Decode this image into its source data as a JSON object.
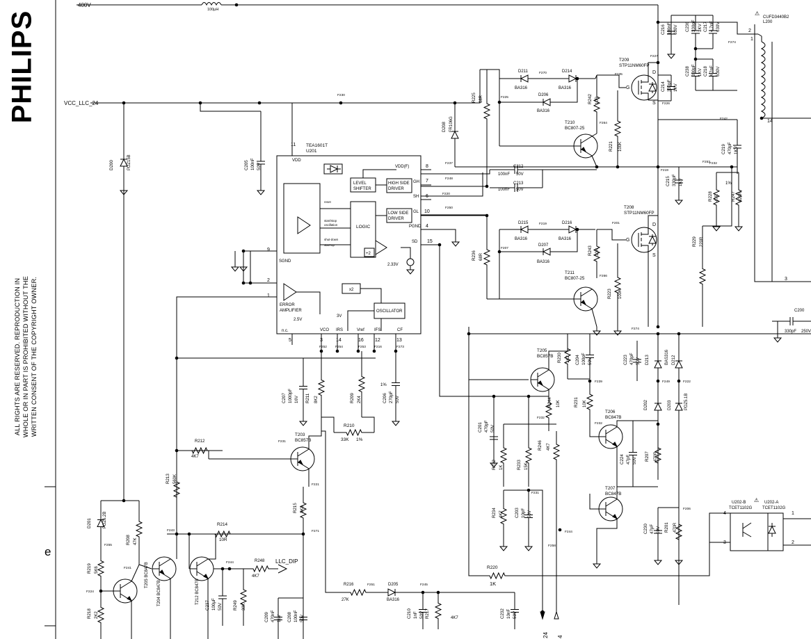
{
  "brand": {
    "name": "PHILIPS"
  },
  "copyright": {
    "lines": [
      "ALL RIGHTS ARE RESERVED. REPRODUCTION IN",
      "WHOLE OR IN PART IS PROHIBITED WITHOUT THE",
      "WRITTEN CONSENT OF THE COPYRIGHT OWNER."
    ]
  },
  "margin_letter": "e",
  "nets": {
    "v400": "400V",
    "vcc": "VCC_LLC_24",
    "llc_dip": "LLC_DIP"
  },
  "ic": {
    "type": "TEA1601T",
    "ref": "U201",
    "blocks": {
      "level_shifter": [
        "LEVEL",
        "SHIFTER"
      ],
      "high_side": [
        "HIGH SIDE",
        "DRIVER"
      ],
      "low_side": [
        "LOW SIDE",
        "DRIVER"
      ],
      "logic": "LOGIC",
      "oscillator": "OSCILLATOR",
      "x2": "x2",
      "error_amp": [
        "ERROR",
        "AMPLIFIER"
      ],
      "plus2": "+2",
      "v233": "2.33V",
      "v25": "2.5V",
      "v3": "3V"
    },
    "pins": {
      "vdd": "VDD",
      "vddf": "VDD(F)",
      "gh": "GH",
      "sh": "SH",
      "gl": "GL",
      "pgnd": "PGND",
      "sd": "SD",
      "sgnd": "SGND",
      "nc": "n.c.",
      "vco": "VCO",
      "irs": "IRS",
      "vref": "Vref",
      "ifs": "IFS",
      "cf": "CF"
    },
    "pin_numbers": [
      "11",
      "8",
      "7",
      "6",
      "10",
      "4",
      "15",
      "9",
      "2",
      "1",
      "5",
      "3",
      "14",
      "16",
      "12",
      "13"
    ],
    "internal": [
      "reset",
      "start/stop",
      "oscillation",
      "shut-down",
      "start-up"
    ]
  },
  "transistors": {
    "t209": {
      "ref": "T209",
      "part": "STP11NM60FP"
    },
    "t208": {
      "ref": "T208",
      "part": "STP11NM60FP"
    },
    "t210": {
      "ref": "T210",
      "part": "BC807-25"
    },
    "t211": {
      "ref": "T211",
      "part": "BC807-25"
    },
    "t205": {
      "ref": "T205",
      "part": "BC857B"
    },
    "t206": {
      "ref": "T206",
      "part": "BC847B"
    },
    "t207": {
      "ref": "T207",
      "part": "BC847B"
    },
    "t203": {
      "ref": "T203",
      "part": "BC857B"
    },
    "t204": {
      "ref": "T204",
      "part": "BC847B",
      "label": "T204 BC847B"
    },
    "t205b": {
      "label": "T205 BC847B"
    },
    "t212": {
      "label": "T212 BC847B"
    },
    "pins": [
      "G",
      "D",
      "S"
    ]
  },
  "inductor": {
    "ref": "L200",
    "part": "CUFD3440B2"
  },
  "opto": {
    "a_ref": "U202-A",
    "a_part": "TCET1102G",
    "b_ref": "U202-B",
    "b_part": "TCET1102G"
  },
  "components": [
    {
      "ref": "C216",
      "v1": "100nF",
      "v2": "630V"
    },
    {
      "ref": "C236",
      "v1": "330pF",
      "v2": "1KV"
    },
    {
      "ref": "C217",
      "v1": "4.7nF",
      "v2": "630V"
    },
    {
      "ref": "C238",
      "v1": "330pF",
      "v2": "1KV"
    },
    {
      "ref": "C218",
      "v1": "4.7nF",
      "v2": "630V"
    },
    {
      "ref": "C214",
      "v1": "330pF",
      "v2": "1KV"
    },
    {
      "ref": "C219",
      "v1": "470pF",
      "v2": "1KV"
    },
    {
      "ref": "C215",
      "v1": "330pF",
      "v2": "1KV"
    },
    {
      "ref": "C212",
      "v1": "100nF",
      "v2": "50V"
    },
    {
      "ref": "C213",
      "v1": "100nF",
      "v2": "50V"
    },
    {
      "ref": "C205",
      "v1": "100nF",
      "v2": "50V"
    },
    {
      "ref": "C207",
      "v1": "1000pF",
      "v2": "16V"
    },
    {
      "ref": "C206",
      "v1": "270pF",
      "v2": "50V"
    },
    {
      "ref": "C204",
      "v1": "100pF",
      "v2": "50V"
    },
    {
      "ref": "C201",
      "v1": "470pF",
      "v2": "50V"
    },
    {
      "ref": "C203",
      "v1": "10pF",
      "v2": "50V"
    },
    {
      "ref": "C223",
      "v1": "470pF",
      "v2": "50V"
    },
    {
      "ref": "C224",
      "v1": "47pF",
      "v2": "50V"
    },
    {
      "ref": "C230",
      "v1": "47pF",
      "v2": "50V"
    },
    {
      "ref": "C237",
      "v1": "100µF",
      "v2": "50V"
    },
    {
      "ref": "C209",
      "v1": "470nF",
      "v2": "16V"
    },
    {
      "ref": "C208",
      "v1": "100nF",
      "v2": "50V"
    },
    {
      "ref": "C210",
      "v1": "1nF",
      "v2": "50V"
    },
    {
      "ref": "C232",
      "v1": "10nF",
      "v2": "50V"
    },
    {
      "ref": "C200",
      "v1": "330pF",
      "v2": "250V"
    },
    {
      "ref": "R225",
      "v1": "68R"
    },
    {
      "ref": "R242",
      "v1": "10R"
    },
    {
      "ref": "R221",
      "v1": "100K"
    },
    {
      "ref": "R228",
      "v1": "47R"
    },
    {
      "ref": "R247",
      "v1": "820R",
      "v2": "1%"
    },
    {
      "ref": "R229",
      "v1": "220R"
    },
    {
      "ref": "R236",
      "v1": "68R"
    },
    {
      "ref": "R243",
      "v1": "10R"
    },
    {
      "ref": "R223",
      "v1": "100K"
    },
    {
      "ref": "R211",
      "v1": "8K2"
    },
    {
      "ref": "R209",
      "v1": "2K4",
      "v2": "1%"
    },
    {
      "ref": "R210",
      "v1": "33K",
      "v2": "1%"
    },
    {
      "ref": "R230",
      "v1": "1K2"
    },
    {
      "ref": "R244",
      "v1": "10K"
    },
    {
      "ref": "R231",
      "v1": "10K"
    },
    {
      "ref": "R232",
      "v1": "1K"
    },
    {
      "ref": "R233",
      "v1": "15K"
    },
    {
      "ref": "R246",
      "v1": "4K7"
    },
    {
      "ref": "R234",
      "v1": "4K7"
    },
    {
      "ref": "R207",
      "v1": "470R"
    },
    {
      "ref": "R201",
      "v1": "470R"
    },
    {
      "ref": "R212",
      "v1": "4K7"
    },
    {
      "ref": "R213",
      "v1": "560K"
    },
    {
      "ref": "R215",
      "v1": "3K3"
    },
    {
      "ref": "R214",
      "v1": "10R"
    },
    {
      "ref": "R248",
      "v1": "4K7"
    },
    {
      "ref": "R249",
      "v1": "33K"
    },
    {
      "ref": "R208",
      "v1": "47K"
    },
    {
      "ref": "R219",
      "v1": "5K6"
    },
    {
      "ref": "R218",
      "v1": "2K2"
    },
    {
      "ref": "R216",
      "v1": "27K"
    },
    {
      "ref": "R217",
      "v1": "4K7"
    },
    {
      "ref": "R220",
      "v1": "1K"
    },
    {
      "ref": "D211",
      "v1": "BA316"
    },
    {
      "ref": "D214",
      "v1": "BA316"
    },
    {
      "ref": "D206",
      "v1": "BA316"
    },
    {
      "ref": "D215",
      "v1": "BA316"
    },
    {
      "ref": "D216",
      "v1": "BA316"
    },
    {
      "ref": "D207",
      "v1": "BA316"
    },
    {
      "ref": "D208",
      "v1": "FR106G"
    },
    {
      "ref": "D200",
      "v1": "PDZ15B"
    },
    {
      "ref": "D201",
      "v1": "PDZ6.2B"
    },
    {
      "ref": "D205",
      "v1": "BA316"
    },
    {
      "ref": "D213",
      "v1": "BAS316"
    },
    {
      "ref": "D212",
      "v1": "BAS316"
    },
    {
      "ref": "D202",
      "v1": "PDZ5.1B"
    },
    {
      "ref": "D203",
      "v1": "PDZ5.1B"
    },
    {
      "ref": "L201",
      "v1": "100µH"
    }
  ],
  "testpoints": [
    "F227",
    "F226",
    "F270",
    "F235",
    "F238",
    "F225",
    "F264",
    "F234",
    "F228",
    "F233",
    "F281",
    "F230",
    "F237",
    "F248",
    "F220",
    "F263",
    "F250",
    "F236",
    "F219",
    "F201",
    "F207",
    "F266",
    "F274",
    "F242",
    "F252",
    "F254",
    "F253",
    "F216",
    "F273",
    "F249",
    "F222",
    "F239",
    "F232",
    "F231",
    "F221",
    "F271",
    "F238",
    "F243",
    "F240",
    "F223",
    "F241",
    "F224",
    "F255",
    "F206",
    "F244",
    "F258",
    "F229",
    "F251",
    "F245"
  ],
  "connector_pins": {
    "l200": [
      "2",
      "1",
      "14",
      "3"
    ],
    "opto": [
      "4",
      "3",
      "1",
      "2"
    ]
  },
  "bottom_pins": [
    "24",
    "4"
  ]
}
